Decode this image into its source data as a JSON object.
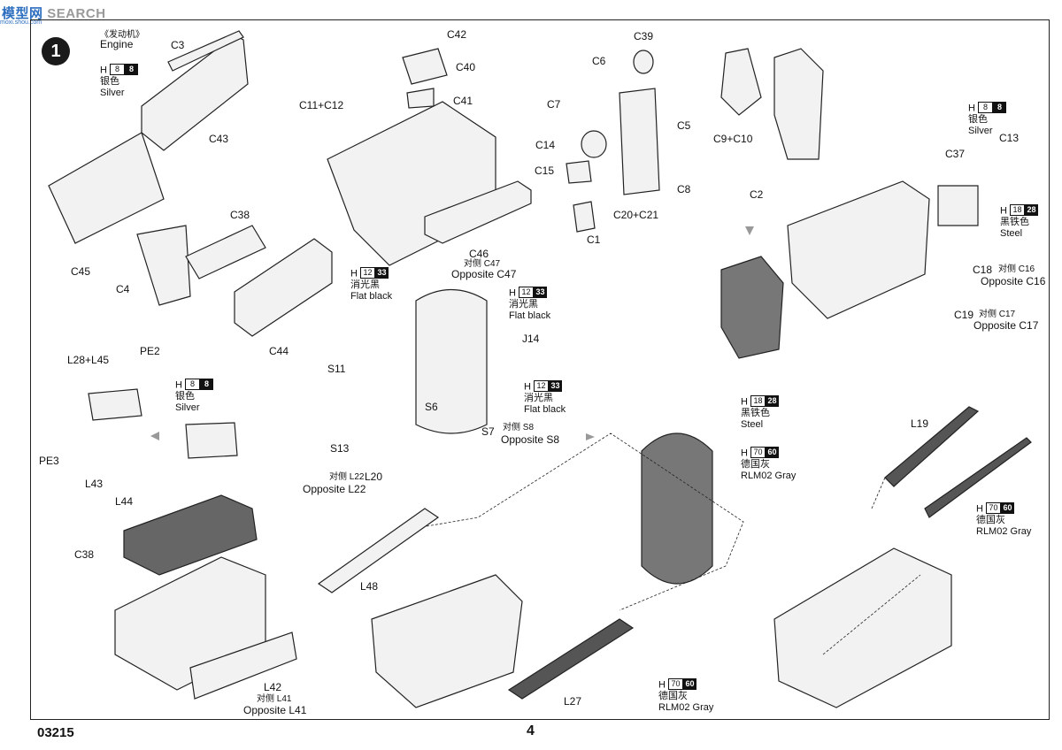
{
  "watermark": {
    "brand_a": "模",
    "brand_b": "型网",
    "brand_c": "SEARCH",
    "url": "moxi.shou.com"
  },
  "step_number": "1",
  "engine": {
    "cn": "《发动机》",
    "en": "Engine"
  },
  "paints": [
    {
      "n1": "8",
      "n2": "8",
      "cn": "银色",
      "en": "Silver"
    },
    {
      "n1": "12",
      "n2": "33",
      "cn": "消光黑",
      "en": "Flat black"
    },
    {
      "n1": "18",
      "n2": "28",
      "cn": "黑铁色",
      "en": "Steel"
    },
    {
      "n1": "70",
      "n2": "60",
      "cn": "德国灰",
      "en": "RLM02 Gray"
    }
  ],
  "labels": {
    "C3": "C3",
    "C43": "C43",
    "C45": "C45",
    "C4": "C4",
    "C38": "C38",
    "C44": "C44",
    "C42": "C42",
    "C40": "C40",
    "C11C12": "C11+C12",
    "C41": "C41",
    "C46": "C46",
    "opp_c47_cn": "对侧 C47",
    "opp_c47_en": "Opposite C47",
    "C39": "C39",
    "C6": "C6",
    "C7": "C7",
    "C5": "C5",
    "C14": "C14",
    "C15": "C15",
    "C8": "C8",
    "C20C21": "C20+C21",
    "C1": "C1",
    "C9C10": "C9+C10",
    "C2": "C2",
    "C13": "C13",
    "C37": "C37",
    "C18": "C18",
    "opp_c16_cn": "对侧 C16",
    "opp_c16_en": "Opposite C16",
    "C19": "C19",
    "opp_c17_cn": "对侧 C17",
    "opp_c17_en": "Opposite C17",
    "J14": "J14",
    "S11": "S11",
    "S6": "S6",
    "S7": "S7",
    "opp_s8_cn": "对侧 S8",
    "opp_s8_en": "Opposite S8",
    "S13": "S13",
    "L20": "L20",
    "opp_l22_cn": "对侧 L22",
    "opp_l22_en": "Opposite L22",
    "L28L45": "L28+L45",
    "PE2": "PE2",
    "PE3": "PE3",
    "L43": "L43",
    "L44": "L44",
    "C38b": "C38",
    "L42": "L42",
    "opp_l41_cn": "对侧 L41",
    "opp_l41_en": "Opposite L41",
    "L48": "L48",
    "L27": "L27",
    "L19": "L19"
  },
  "footer": {
    "code": "03215",
    "page": "4"
  }
}
